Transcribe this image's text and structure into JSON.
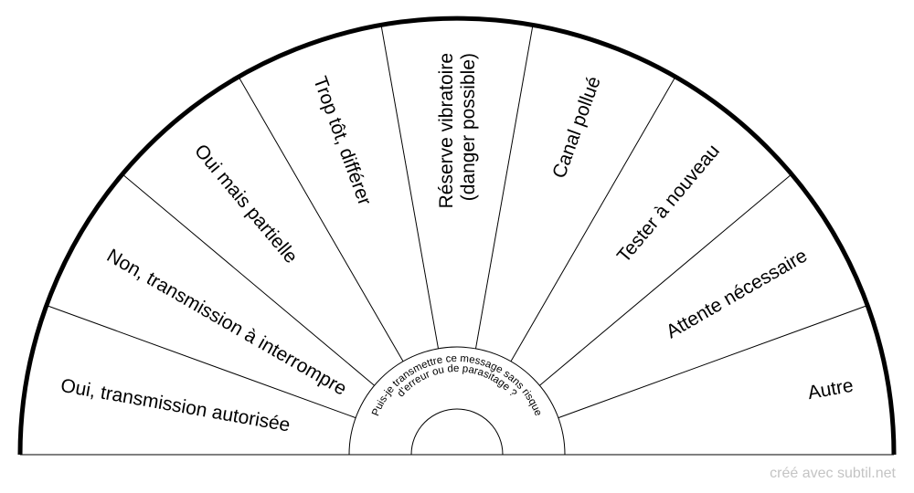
{
  "diagram": {
    "sectors": [
      "Oui, transmission autorisée",
      "Non, transmission à interrompre",
      "Oui mais partielle",
      "Trop tôt, différer",
      "Réserve vibratoire\n(danger possible)",
      "Canal pollué",
      "Tester à nouveau",
      "Attente nécessaire",
      "Autre"
    ],
    "question_line1": "Puis-je transmettre ce message sans risque",
    "question_line2": "d'erreur ou de parasitage ?"
  },
  "watermark": "créé avec subtil.net"
}
